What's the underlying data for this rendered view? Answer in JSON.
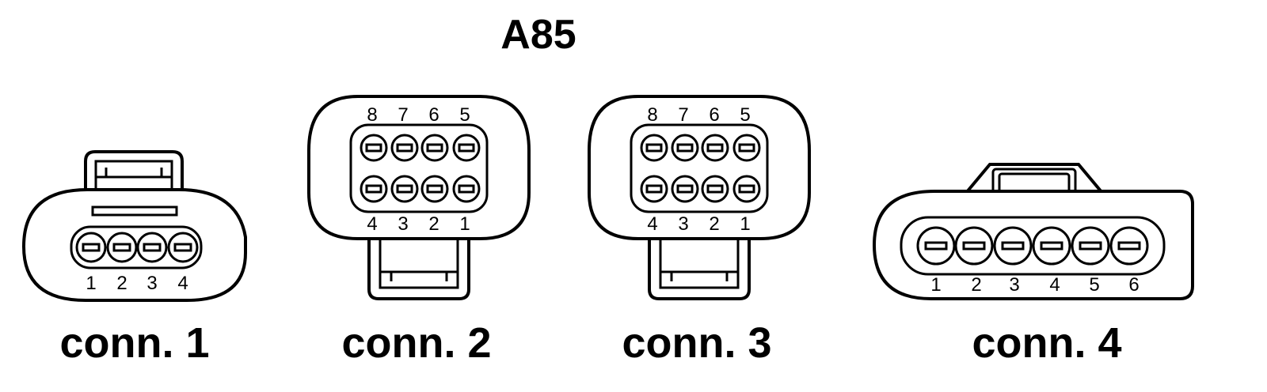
{
  "title": "A85",
  "connectors": [
    {
      "label": "conn. 1",
      "pins_top": [],
      "pins_bottom": [
        "1",
        "2",
        "3",
        "4"
      ]
    },
    {
      "label": "conn. 2",
      "pins_top": [
        "8",
        "7",
        "6",
        "5"
      ],
      "pins_bottom": [
        "4",
        "3",
        "2",
        "1"
      ]
    },
    {
      "label": "conn. 3",
      "pins_top": [
        "8",
        "7",
        "6",
        "5"
      ],
      "pins_bottom": [
        "4",
        "3",
        "2",
        "1"
      ]
    },
    {
      "label": "conn. 4",
      "pins_top": [],
      "pins_bottom": [
        "1",
        "2",
        "3",
        "4",
        "5",
        "6"
      ]
    }
  ]
}
